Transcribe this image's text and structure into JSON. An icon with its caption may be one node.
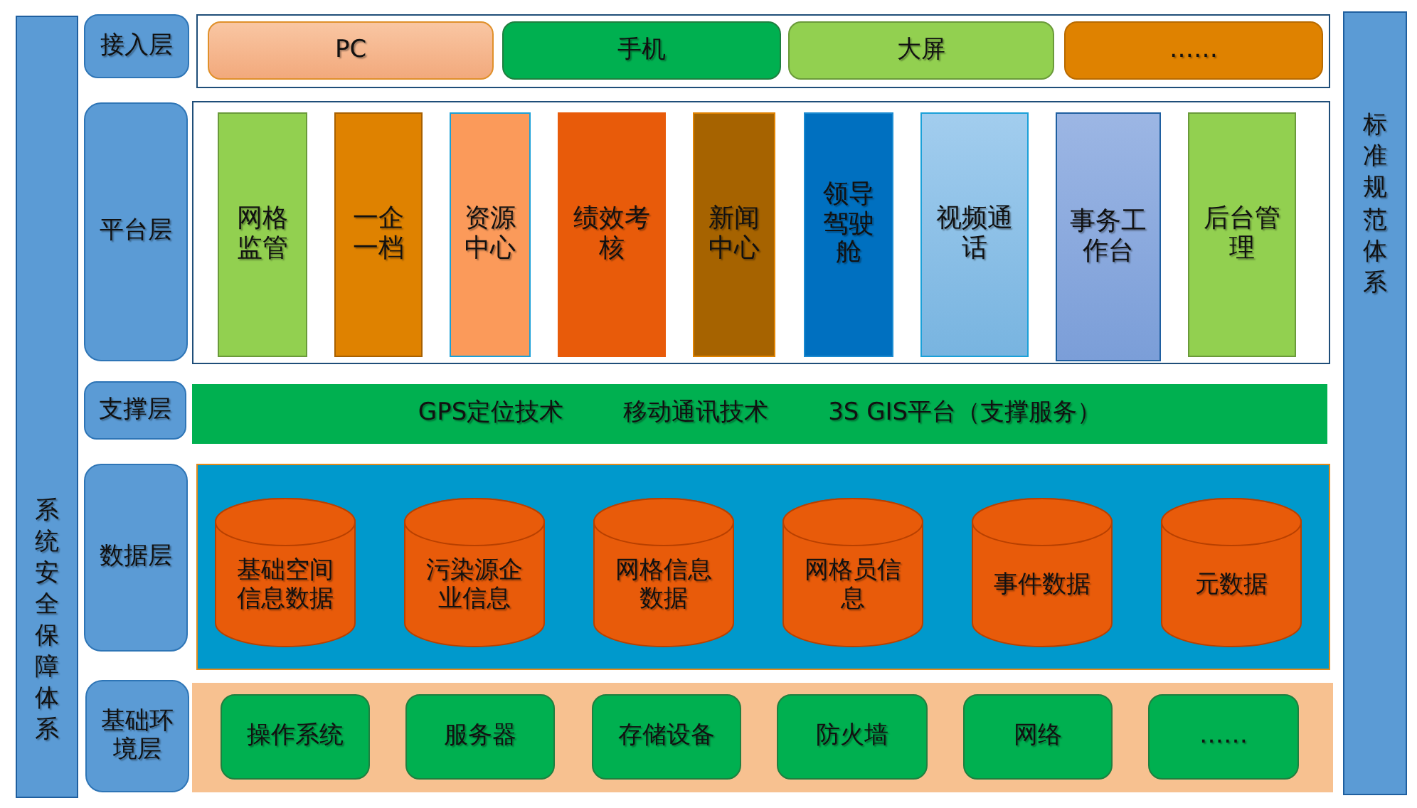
{
  "diagram": {
    "nodes": [
      {
        "text": [
          "系统安全保障体系"
        ]
      },
      {
        "text": [
          "接入层"
        ]
      },
      {
        "text": [],
        "shape": "box"
      },
      {
        "text": [
          "PC"
        ],
        "in": 2
      },
      {
        "text": [
          "手机"
        ],
        "in": 2
      },
      {
        "text": [
          "大屏"
        ],
        "in": 2
      },
      {
        "text": [
          "……"
        ],
        "in": 2
      },
      {
        "text": [
          "标准规范体系"
        ]
      },
      {
        "text": [
          "平台层"
        ]
      },
      {
        "text": [],
        "shape": "box"
      },
      {
        "text": [
          "网格监管"
        ],
        "in": 9
      },
      {
        "text": [
          "一企一档"
        ],
        "in": 9
      },
      {
        "text": [
          "资源中心"
        ],
        "in": 9
      },
      {
        "text": [
          "绩效考核"
        ],
        "in": 9
      },
      {
        "text": [
          "新闻中心"
        ],
        "in": 9
      },
      {
        "text": [
          "领导驾驶舱"
        ],
        "in": 9
      },
      {
        "text": [
          "视频通话"
        ],
        "in": 9
      },
      {
        "text": [
          "事务工作台"
        ],
        "in": 9
      },
      {
        "text": [
          "后台管理"
        ],
        "in": 9
      },
      {
        "text": [
          "支撑层"
        ]
      },
      {
        "text": [
          "GPS定位技术",
          "移动通讯技术",
          "3S GIS平台（支撑服务）"
        ]
      },
      {
        "text": [
          "数据层"
        ]
      },
      {
        "text": [],
        "shape": "box"
      },
      {
        "text": [
          "基础空间信息数据"
        ],
        "in": 22
      },
      {
        "text": [
          "污染源企业信息"
        ],
        "in": 22
      },
      {
        "text": [
          "网格信息数据"
        ],
        "in": 22
      },
      {
        "text": [
          "网格员信息"
        ],
        "in": 22
      },
      {
        "text": [
          "事件数据"
        ],
        "in": 22
      },
      {
        "text": [
          "元数据"
        ],
        "in": 22
      },
      {
        "text": [
          "基础环境层"
        ]
      },
      {
        "text": [],
        "shape": "box"
      },
      {
        "text": [
          "操作系统"
        ],
        "in": 30
      },
      {
        "text": [
          "服务器"
        ],
        "in": 30
      },
      {
        "text": [
          "存储设备"
        ],
        "in": 30
      },
      {
        "text": [
          "防火墙"
        ],
        "in": 30
      },
      {
        "text": [
          "网络"
        ],
        "in": 30
      },
      {
        "text": [
          "……"
        ],
        "in": 30
      }
    ]
  }
}
